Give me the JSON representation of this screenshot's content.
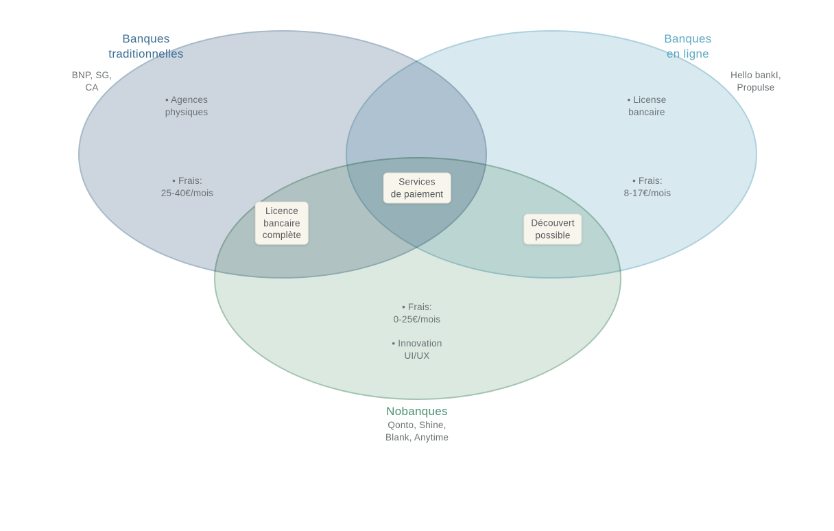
{
  "diagram": {
    "type": "venn",
    "title_colors": {
      "traditional": "#3d7094",
      "online": "#5ea8c4",
      "neo": "#4a9072"
    },
    "sets": [
      {
        "id": "banques-traditionnelles",
        "title": "Banques\ntraditionnelles",
        "examples": "BNP, SG,\nCA",
        "bullets": [
          "• Agences\nphysiques",
          "• Frais:\n25-40€/mois"
        ],
        "fill": "#cdd5de",
        "stroke": "#a7bac9"
      },
      {
        "id": "banques-en-ligne",
        "title": "Banques\nen ligne",
        "examples": "Hello bankI,\nPropulse",
        "bullets": [
          "• License\nbancaire",
          "• Frais:\n8-17€/mois"
        ],
        "fill": "#d9e9f0",
        "stroke": "#aed0dd"
      },
      {
        "id": "nobanques",
        "title": "Nobanques",
        "examples": "Qonto, Shine,\nBlank, Anytime",
        "bullets": [
          "• Frais:\n0-25€/mois",
          "• Innovation\nUI/UX"
        ],
        "fill": "#dce9e0",
        "stroke": "#a3c4b1"
      }
    ],
    "intersections": [
      {
        "id": "center-all",
        "label": "Services\nde paiement"
      },
      {
        "id": "traditionnelles-nobanques",
        "label": "Licence\nbancaire\ncomplète"
      },
      {
        "id": "en-ligne-nobanques",
        "label": "Découvert\npossible"
      }
    ]
  }
}
